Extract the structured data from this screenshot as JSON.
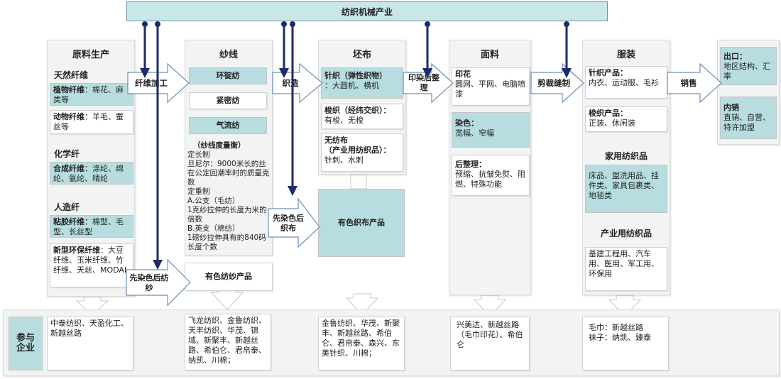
{
  "top_bar": "纺织机械产业",
  "participants_label": "参与\n企业",
  "raw": {
    "title": "原料生产",
    "natural_title": "天然纤维",
    "plant": {
      "head": "植物纤维",
      "body": "：棉花、麻类等"
    },
    "animal": {
      "head": "动物纤维",
      "body": "：羊毛、蚕丝等"
    },
    "chem_title": "化学纤",
    "synthetic": {
      "head": "合成纤维",
      "body": "：涤纶、绵纶、氨纶、晴纶"
    },
    "man_title": "人造纤",
    "viscose": {
      "head": "粘胶纤维",
      "body": "：棉型、毛型、长丝型"
    },
    "eco": {
      "head": "新型环保纤维",
      "body": "：大豆纤维、玉米纤维、竹纤维、天丝、MODAL"
    }
  },
  "yarn": {
    "title": "纱线",
    "ring": "环锭纺",
    "compact": "紧密纺",
    "air": "气流纺",
    "measure_title": "（纱线度量衡）",
    "measure_lines": [
      "定长制",
      "旦尼尔：9000米长的丝在公定回潮率时的质量克数",
      "定重制",
      "A.公支（毛纺）",
      "1克纱拉伸的长度为米的倍数",
      "B.英支（棉纺）",
      "1磅纱拉伸具有的840码长度个数"
    ],
    "colored": "有色纺纱产品"
  },
  "grey": {
    "title": "坯布",
    "knit": {
      "head": "针织（弹性织物）",
      "body": "：大圆机、横机"
    },
    "woven": {
      "head": "梭织（经纬交织）：",
      "body": "有梭、无梭"
    },
    "nonwoven": {
      "head": "无纺布\n（产业用纺织品）：",
      "body": "针刺、水刺"
    },
    "colored": "有色织布产品"
  },
  "fabric": {
    "title": "面料",
    "print": {
      "head": "印花",
      "body": "圆网、平网、电脑喷漆"
    },
    "dye": {
      "head": "染色：",
      "body": "宽幅、窄幅"
    },
    "finish": {
      "head": "后整理：",
      "body": "预缩、抗皱免熨、阻燃、特殊功能"
    }
  },
  "apparel": {
    "title": "服装",
    "knit": {
      "head": "针织产品：",
      "body": "内衣、运动服、毛衫"
    },
    "woven": {
      "head": "梭织产品：",
      "body": "正装、休闲装"
    },
    "home_title": "家用纺织品",
    "home_body": "床品、盥洗用品、挂件类、家具包裹类、地毯类",
    "ind_title": "产业用纺织品",
    "ind_body": "基建工程用、汽车用、医用、军工用、环保用"
  },
  "market": {
    "export": {
      "head": "出口：",
      "body": "地区结构、汇率"
    },
    "domestic": {
      "head": "内销",
      "body": "直销、自营、特许加盟"
    }
  },
  "arrows": {
    "fiber": "纤维加工",
    "weave": "织造",
    "print": "印染后整理",
    "cut": "剪裁缝制",
    "sell": "销售",
    "predye_weave": "先染色后织布",
    "predye_spin": "先染色后纺纱"
  },
  "companies": {
    "raw": "中泰纺织、天盈化工、新越丝路",
    "yarn": "飞龙纺织、金鲁纺织、天丰纺织、华茂、锦域、新聚丰、新越丝路、希伯仑、君帛泰、纳凯、川棉；",
    "grey": "金鲁纺织、华茂、新聚丰、新越丝路、希伯仑、君帛泰、森兴、东美针织、川棉；",
    "fabric": "兴美达、新越丝路（毛巾印花）、希伯仑",
    "apparel": "毛巾：新越丝路\n袜子：纳凯、臻泰"
  },
  "colors": {
    "teal": "#b7dde0",
    "bar": "#c9e6e8",
    "navy": "#1f2a6b",
    "panel": "#f2f3f3"
  }
}
